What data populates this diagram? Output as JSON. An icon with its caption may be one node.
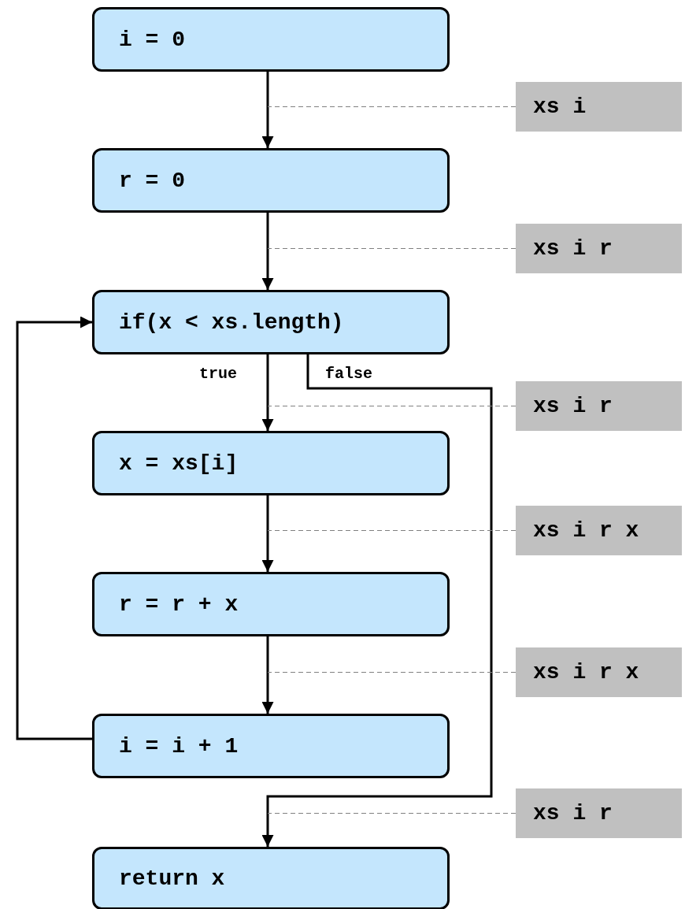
{
  "diagram": {
    "nodes": [
      {
        "text": [
          "i = 0"
        ]
      },
      {
        "text": [
          "r = 0"
        ]
      },
      {
        "text": [
          "if(x < xs.length)"
        ]
      },
      {
        "text": [
          "x = xs[i]"
        ]
      },
      {
        "text": [
          "r = r + x"
        ]
      },
      {
        "text": [
          "i = i + 1"
        ]
      },
      {
        "text": [
          "return x"
        ]
      },
      {
        "text": [
          "xs i"
        ]
      },
      {
        "text": [
          "xs i r"
        ]
      },
      {
        "text": [
          "xs i r"
        ]
      },
      {
        "text": [
          "xs i r x"
        ]
      },
      {
        "text": [
          "xs i r x"
        ]
      },
      {
        "text": [
          "xs i r"
        ]
      }
    ],
    "edges": [
      {
        "from": 0,
        "to": 1,
        "arrow": "to"
      },
      {
        "from": 1,
        "to": 2,
        "arrow": "to"
      },
      {
        "from": 2,
        "to": 3,
        "arrow": "to",
        "label": "true"
      },
      {
        "from": 3,
        "to": 4,
        "arrow": "to"
      },
      {
        "from": 4,
        "to": 5,
        "arrow": "to"
      },
      {
        "from": 5,
        "to": 2,
        "arrow": "to"
      },
      {
        "from": 2,
        "to": 6,
        "arrow": "to",
        "label": "false"
      },
      {
        "from": 7,
        "to": null,
        "arrow": "none",
        "style": "dashed",
        "color": "#808080"
      },
      {
        "from": 8,
        "to": null,
        "arrow": "none",
        "style": "dashed",
        "color": "#808080"
      },
      {
        "from": 9,
        "to": null,
        "arrow": "none",
        "style": "dashed",
        "color": "#808080"
      },
      {
        "from": 10,
        "to": null,
        "arrow": "none",
        "style": "dashed",
        "color": "#808080"
      },
      {
        "from": 11,
        "to": null,
        "arrow": "none",
        "style": "dashed",
        "color": "#808080"
      },
      {
        "from": 12,
        "to": null,
        "arrow": "none",
        "style": "dashed",
        "color": "#808080"
      }
    ]
  }
}
